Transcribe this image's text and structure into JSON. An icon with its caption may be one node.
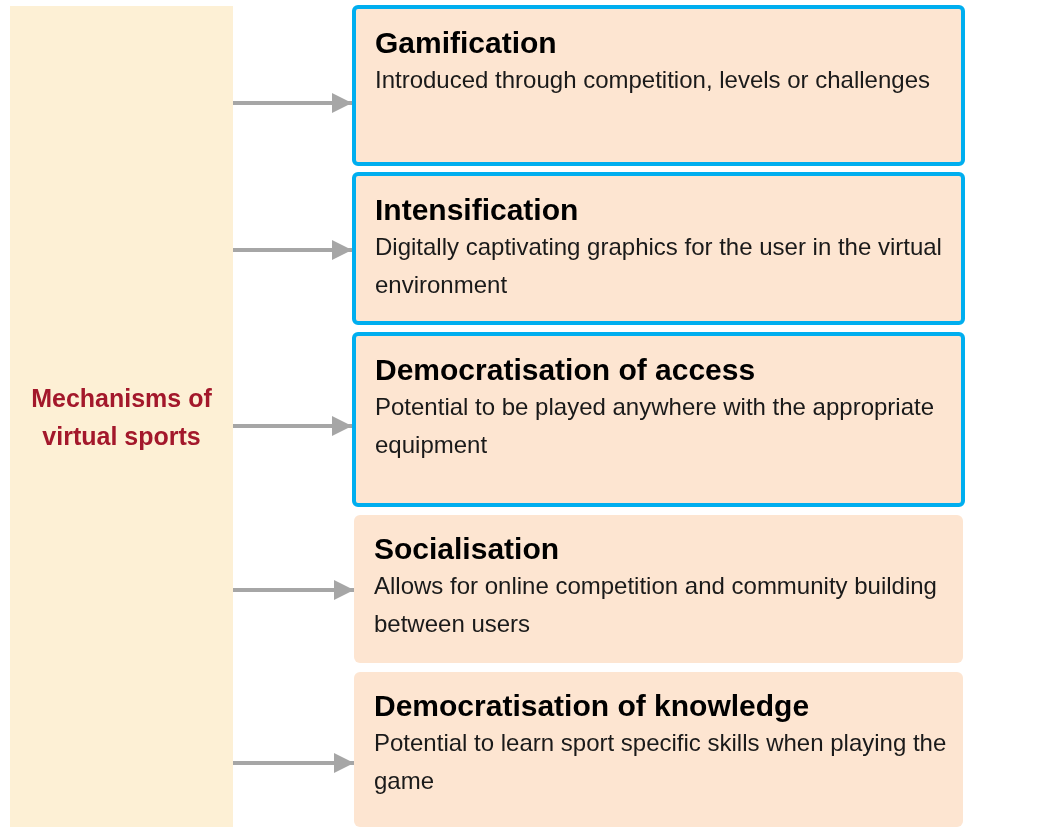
{
  "diagram": {
    "nodes": [
      {
        "text": [
          "Mechanisms of virtual sports"
        ]
      },
      {
        "text": [
          "Gamification",
          "Introduced through competition, levels or challenges"
        ]
      },
      {
        "text": [
          "Intensification",
          "Digitally captivating graphics for the user in the virtual environment"
        ]
      },
      {
        "text": [
          "Democratisation of access",
          "Potential to be played anywhere with the appropriate equipment"
        ]
      },
      {
        "text": [
          "Socialisation",
          "Allows for online competition and community building between users"
        ]
      },
      {
        "text": [
          "Democratisation of knowledge",
          "Potential to learn sport specific skills when playing the game"
        ]
      }
    ],
    "edges": [
      {
        "from": 0,
        "to": 1,
        "arrow": "to"
      },
      {
        "from": 0,
        "to": 2,
        "arrow": "to"
      },
      {
        "from": 0,
        "to": 3,
        "arrow": "to"
      },
      {
        "from": 0,
        "to": 4,
        "arrow": "to"
      },
      {
        "from": 0,
        "to": 5,
        "arrow": "to"
      }
    ]
  }
}
